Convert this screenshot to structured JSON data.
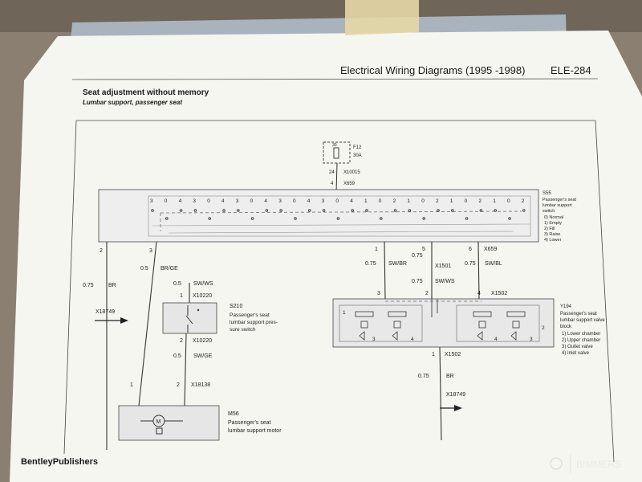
{
  "header": {
    "title": "Electrical Wiring Diagrams (1995 -1998)",
    "page_code": "ELE-284"
  },
  "section": {
    "title": "Seat adjustment without memory",
    "subtitle": "Lumbar support, passenger seat"
  },
  "fuse": {
    "pin": "30",
    "name": "F12",
    "rating": "30A",
    "conn1_pin": "24",
    "conn1": "X10015",
    "conn2_pin": "4",
    "conn2": "X659"
  },
  "switch_s55": {
    "id": "S55",
    "desc": [
      "Passenger's seat",
      "lumbar support",
      "switch",
      "0) Normal",
      "1) Empty",
      "2) Fill",
      "3) Raise",
      "4) Lower"
    ],
    "contact_labels": [
      "3",
      "0",
      "4",
      "3",
      "0",
      "4",
      "3",
      "0",
      "4",
      "3",
      "0",
      "4",
      "3",
      "0",
      "4",
      "1",
      "0",
      "2",
      "1",
      "0",
      "2",
      "1",
      "0",
      "2",
      "1",
      "0",
      "2"
    ],
    "pins": {
      "p2": "2",
      "p3": "3",
      "p1": "1",
      "p5": "5",
      "p6": "6"
    },
    "conn": "X659"
  },
  "wires": {
    "br_left": {
      "gauge": "0.75",
      "color": "BR"
    },
    "brge": {
      "gauge": "0.5",
      "color": "BR/GE"
    },
    "swws_s210": {
      "gauge": "0.5",
      "color": "SW/WS"
    },
    "swge": {
      "gauge": "0.5",
      "color": "SW/GE"
    },
    "swbr": {
      "gauge": "0.75",
      "color": "SW/BR"
    },
    "swws_mid": {
      "gauge": "0.75",
      "color": "SW/WS"
    },
    "swbl": {
      "gauge": "0.75",
      "color": "SW/BL"
    },
    "br_right": {
      "gauge": "0.75",
      "color": "BR"
    }
  },
  "connectors": {
    "x1501": "X1501",
    "x1502_top": "X1502",
    "x1502_bot": "X1502",
    "x10220_top": "X10220",
    "x10220_bot": "X10220",
    "x18138": "X18138",
    "ground_left": "X18749",
    "ground_right": "X18749"
  },
  "pin_labels": {
    "s210_top": "1",
    "s210_bot": "2",
    "m56_left": "1",
    "m56_right": "2",
    "y194_3": "3",
    "y194_2": "2",
    "y194_4": "4",
    "y194_1": "1",
    "y194_right2": "2",
    "y194_bot1": "1",
    "valve_a": "3",
    "valve_b": "4",
    "valve_c": "4",
    "valve_d": "3"
  },
  "s210": {
    "id": "S210",
    "desc": [
      "Passenger's seat",
      "lumbar support pres-",
      "sure switch"
    ]
  },
  "y194": {
    "id": "Y194",
    "desc": [
      "Passenger's seat",
      "lumbar support valve",
      "block",
      "1) Lower chamber",
      "2) Upper chamber",
      "3) Outlet valve",
      "4) Inlet valve"
    ]
  },
  "m56": {
    "id": "M56",
    "desc": [
      "Passenger's seat",
      "lumbar support motor"
    ],
    "symbol": "M"
  },
  "footer": {
    "publisher": "BentleyPublishers",
    "watermark": "BIMMERS"
  }
}
